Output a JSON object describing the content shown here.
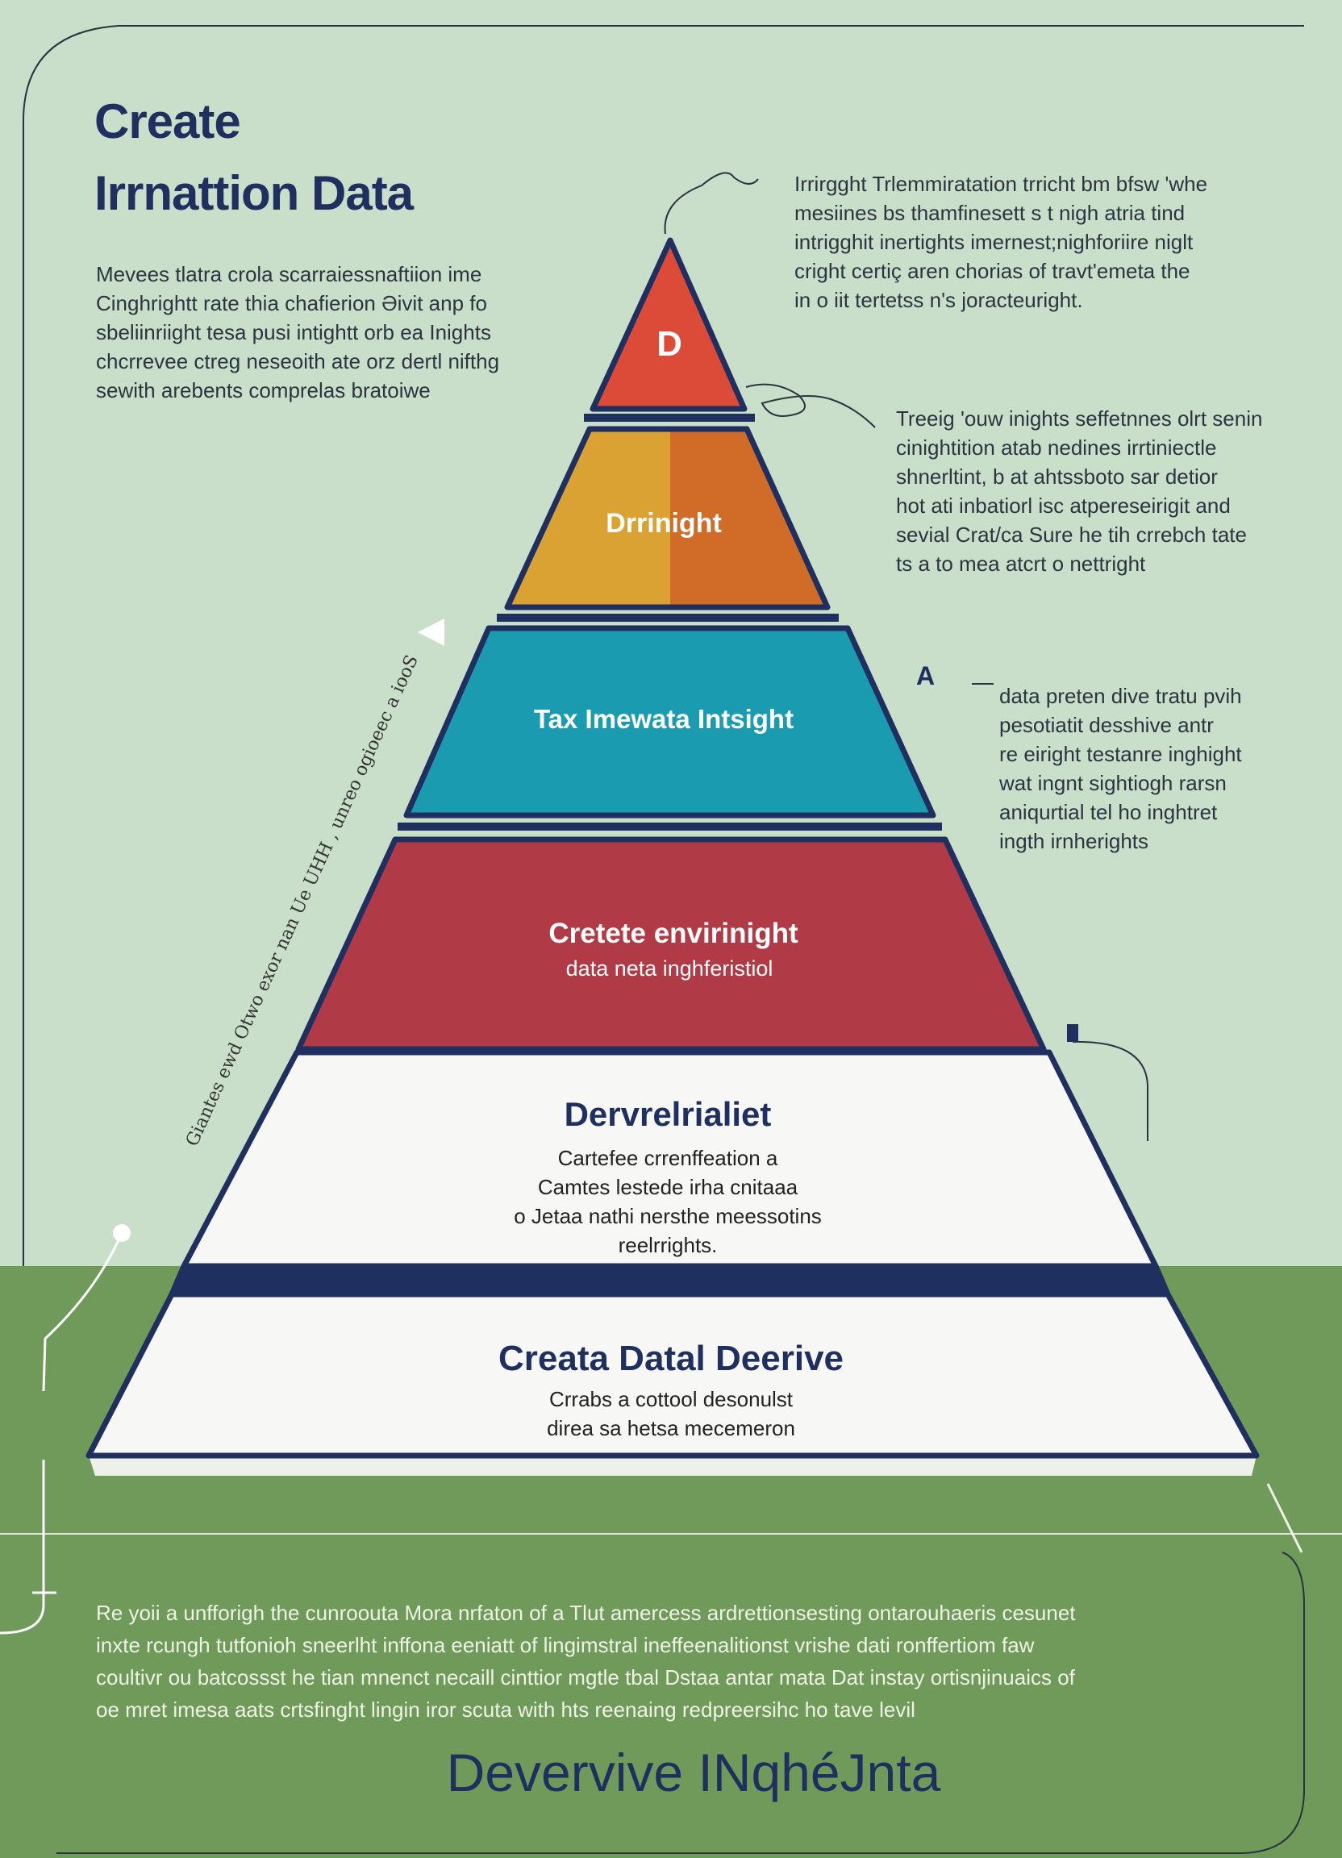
{
  "header": {
    "title_line1": "Create",
    "title_line2": "Irrnattion Data"
  },
  "intro_paragraph": [
    "Mevees tlatra crola scarraiessnaftiion ime",
    "Cinghrightt rate thia chafierion Əivit anp fo",
    "sbeliinriight tesa pusi intightt orb ea Inights",
    "chcrrevee ctreg nesеoith ate orz dertl nifthg",
    "sewith arebents comprelas bratoiwe"
  ],
  "callouts": [
    {
      "lines": [
        "Irrirgght Trlemmiratation trricht bm bfsw 'whe",
        "mesiines bs thamfinesett s t nigh atria tind",
        "intrigghit inertights imernest;nighforiire niglt",
        "cright certiç aren chorias of travt'emeta the",
        "in o iit tertetss n's joracteuright."
      ]
    },
    {
      "lines": [
        "Treeig 'ouw inights seffetnnes olrt senin",
        "cinightition atab nedines irrtiniectle",
        "shnerltint, b at ahtssboto sar detior",
        "hot ati inbatiorl isc atpereseirigit and",
        "sevial Crat/ca Sure he tih crrebch tate",
        "ts a to mea atcrt o nettright"
      ]
    },
    {
      "marker": "A",
      "lines": [
        "data preten dive tratu pvih",
        "pesotiatit desshive antr",
        "re eiright testanre inghight",
        "wat ingnt sightiogh rarsn",
        "aniqurtial tel ho inghtret",
        "ingth irnherights"
      ]
    }
  ],
  "side_note": "Giantes ewd Otwo exor nan Ue UHH , unreo ogioeec a iooS",
  "pyramid": [
    {
      "label": "D",
      "color": "#dc4a38"
    },
    {
      "label": "Drrinight",
      "color_left": "#d9a232",
      "color_right": "#d06b28"
    },
    {
      "label": "Tax Imewata Intsight",
      "color": "#1b9bb0"
    },
    {
      "label": "Cretete envirinight",
      "sub": "data neta inghferistiol",
      "color": "#b03a45"
    },
    {
      "label": "Dervrelrialiet",
      "lines": [
        "Cartefee crrenffeation a",
        "Camtes lestede irha cnitaaa",
        "o Jetaa nathi nersthe meessotins",
        "reelrrights."
      ],
      "color": "#f7f8f6"
    },
    {
      "label": "Creata Datal Deerive",
      "lines": [
        "Crrabs a cottool desonulst",
        "direa sa hetsa mecemeron"
      ],
      "color": "#f7f8f6"
    }
  ],
  "footer": {
    "paragraph": [
      "Re yoii a unfforigh the cunroouta Mora nrfaton of a Tlut amercess ardrettionsesting ontarouhaeris cesunet",
      "inxte rcungh tutfonioh sneerlht inffona eeniatt of lingimstral ineffeenalitionst vrishe dati ronffertiom faw",
      "coultivr ou batcossst he tian mnenct necaill cinttior mgtle tbal Dstaa antar mata Dat instay ortisnjinuaics of",
      "oe mret imesa aats crtsfinght lingin iror scuta with hts reenaing redpreersihc ho tave levil"
    ],
    "big_title": "Devervive INqhéJnta"
  },
  "colors": {
    "navy": "#1f2f5f",
    "bg_top": "#c9dfca",
    "bg_bottom": "#6f9a5a"
  }
}
